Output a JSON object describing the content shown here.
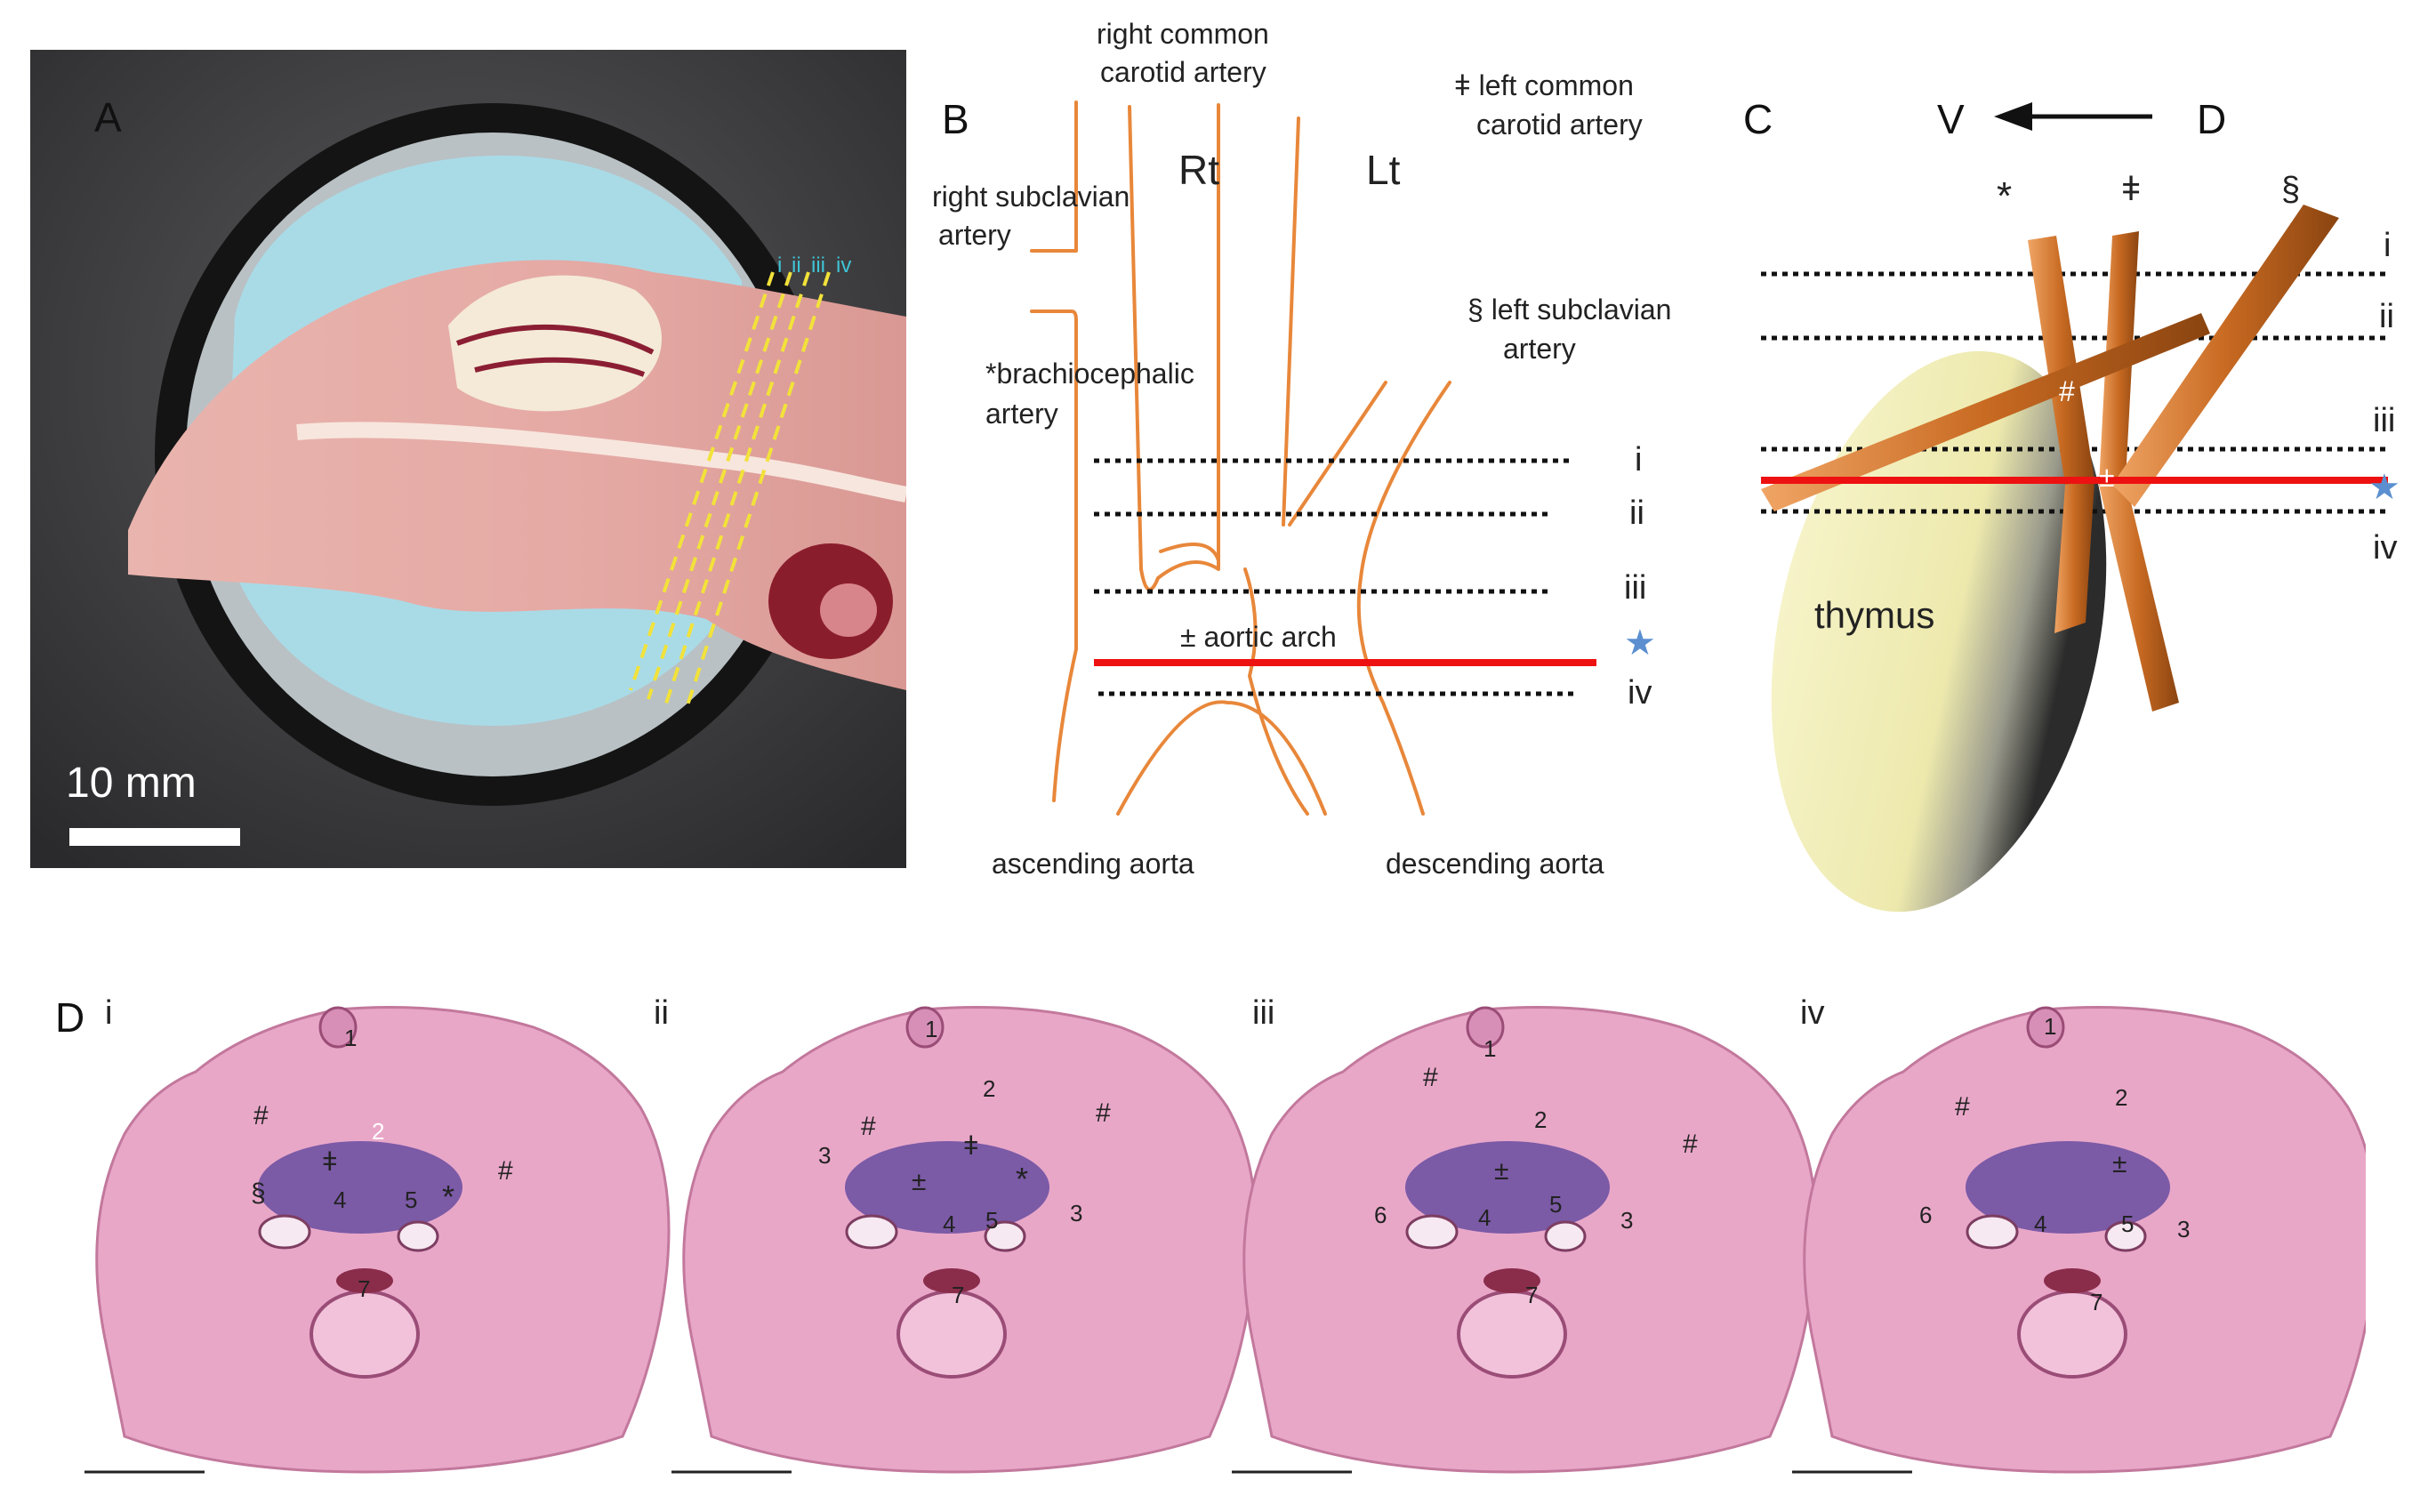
{
  "panels": {
    "A": {
      "letter": "A",
      "scale_label": "10 mm",
      "section_labels": [
        "i",
        "ii",
        "iii",
        "iv"
      ]
    },
    "B": {
      "letter": "B",
      "labels": {
        "right_common_carotid_1": "right common",
        "right_common_carotid_2": "carotid artery",
        "left_common_carotid_1": "ǂ left common",
        "left_common_carotid_2": "carotid artery",
        "right_subclavian_1": "right subclavian",
        "right_subclavian_2": "artery",
        "brachiocephalic_1": "*brachiocephalic",
        "brachiocephalic_2": "artery",
        "left_subclavian_1": "§ left subclavian",
        "left_subclavian_2": "artery",
        "rt": "Rt",
        "lt": "Lt",
        "aortic_arch": "± aortic arch",
        "ascending_aorta": "ascending aorta",
        "descending_aorta": "descending aorta"
      },
      "levels": [
        "i",
        "ii",
        "iii",
        "iv"
      ],
      "star": "★"
    },
    "C": {
      "letter": "C",
      "direction_v": "V",
      "direction_d": "D",
      "vessel_symbols": [
        "*",
        "ǂ",
        "§"
      ],
      "hash": "#",
      "plusminus": "±",
      "thymus": "thymus",
      "levels": [
        "i",
        "ii",
        "iii",
        "iv"
      ],
      "star": "★"
    },
    "D": {
      "letter": "D",
      "sections": [
        {
          "label": "i",
          "marks": [
            "1",
            "2",
            "#",
            "#",
            "ǂ",
            "§",
            "4",
            "5",
            "*",
            "7"
          ]
        },
        {
          "label": "ii",
          "marks": [
            "1",
            "2",
            "#",
            "#",
            "3",
            "ǂ",
            "±",
            "*",
            "3",
            "4",
            "5",
            "7"
          ]
        },
        {
          "label": "iii",
          "marks": [
            "1",
            "2",
            "#",
            "#",
            "±",
            "6",
            "4",
            "5",
            "3",
            "7"
          ]
        },
        {
          "label": "iv",
          "marks": [
            "1",
            "2",
            "#",
            "±",
            "6",
            "4",
            "5",
            "3",
            "7"
          ]
        }
      ]
    }
  },
  "colors": {
    "artery": "#e8873a",
    "red_line": "#ee1111",
    "star": "#5b8fd0",
    "thymus": "#f2efb8",
    "he_pink": "#e7a6c6",
    "he_purple": "#7b5aa6"
  }
}
